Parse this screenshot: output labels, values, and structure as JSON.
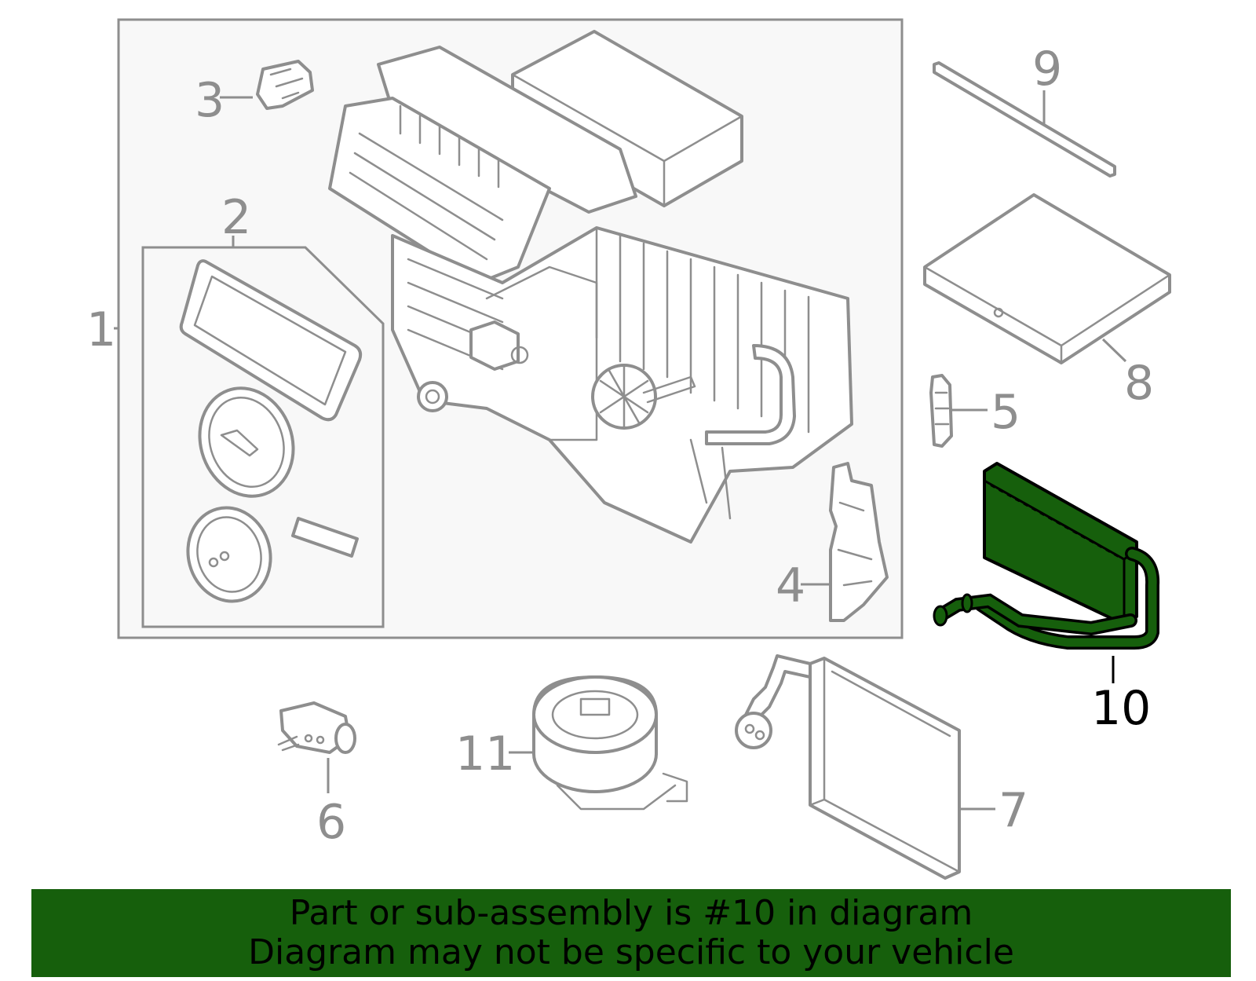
{
  "callouts": [
    {
      "id": "1",
      "label": "1",
      "highlighted": false
    },
    {
      "id": "2",
      "label": "2",
      "highlighted": false
    },
    {
      "id": "3",
      "label": "3",
      "highlighted": false
    },
    {
      "id": "4",
      "label": "4",
      "highlighted": false
    },
    {
      "id": "5",
      "label": "5",
      "highlighted": false
    },
    {
      "id": "6",
      "label": "6",
      "highlighted": false
    },
    {
      "id": "7",
      "label": "7",
      "highlighted": false
    },
    {
      "id": "8",
      "label": "8",
      "highlighted": false
    },
    {
      "id": "9",
      "label": "9",
      "highlighted": false
    },
    {
      "id": "10",
      "label": "10",
      "highlighted": true
    },
    {
      "id": "11",
      "label": "11",
      "highlighted": false
    }
  ],
  "banner": {
    "line1": "Part or sub-assembly is #10 in diagram",
    "line2": "Diagram may not be specific to your vehicle"
  },
  "colors": {
    "line_art": "#8e8e8e",
    "highlight_part": "#165f0c",
    "banner_background": "#165f0c",
    "banner_text": "#000000"
  }
}
